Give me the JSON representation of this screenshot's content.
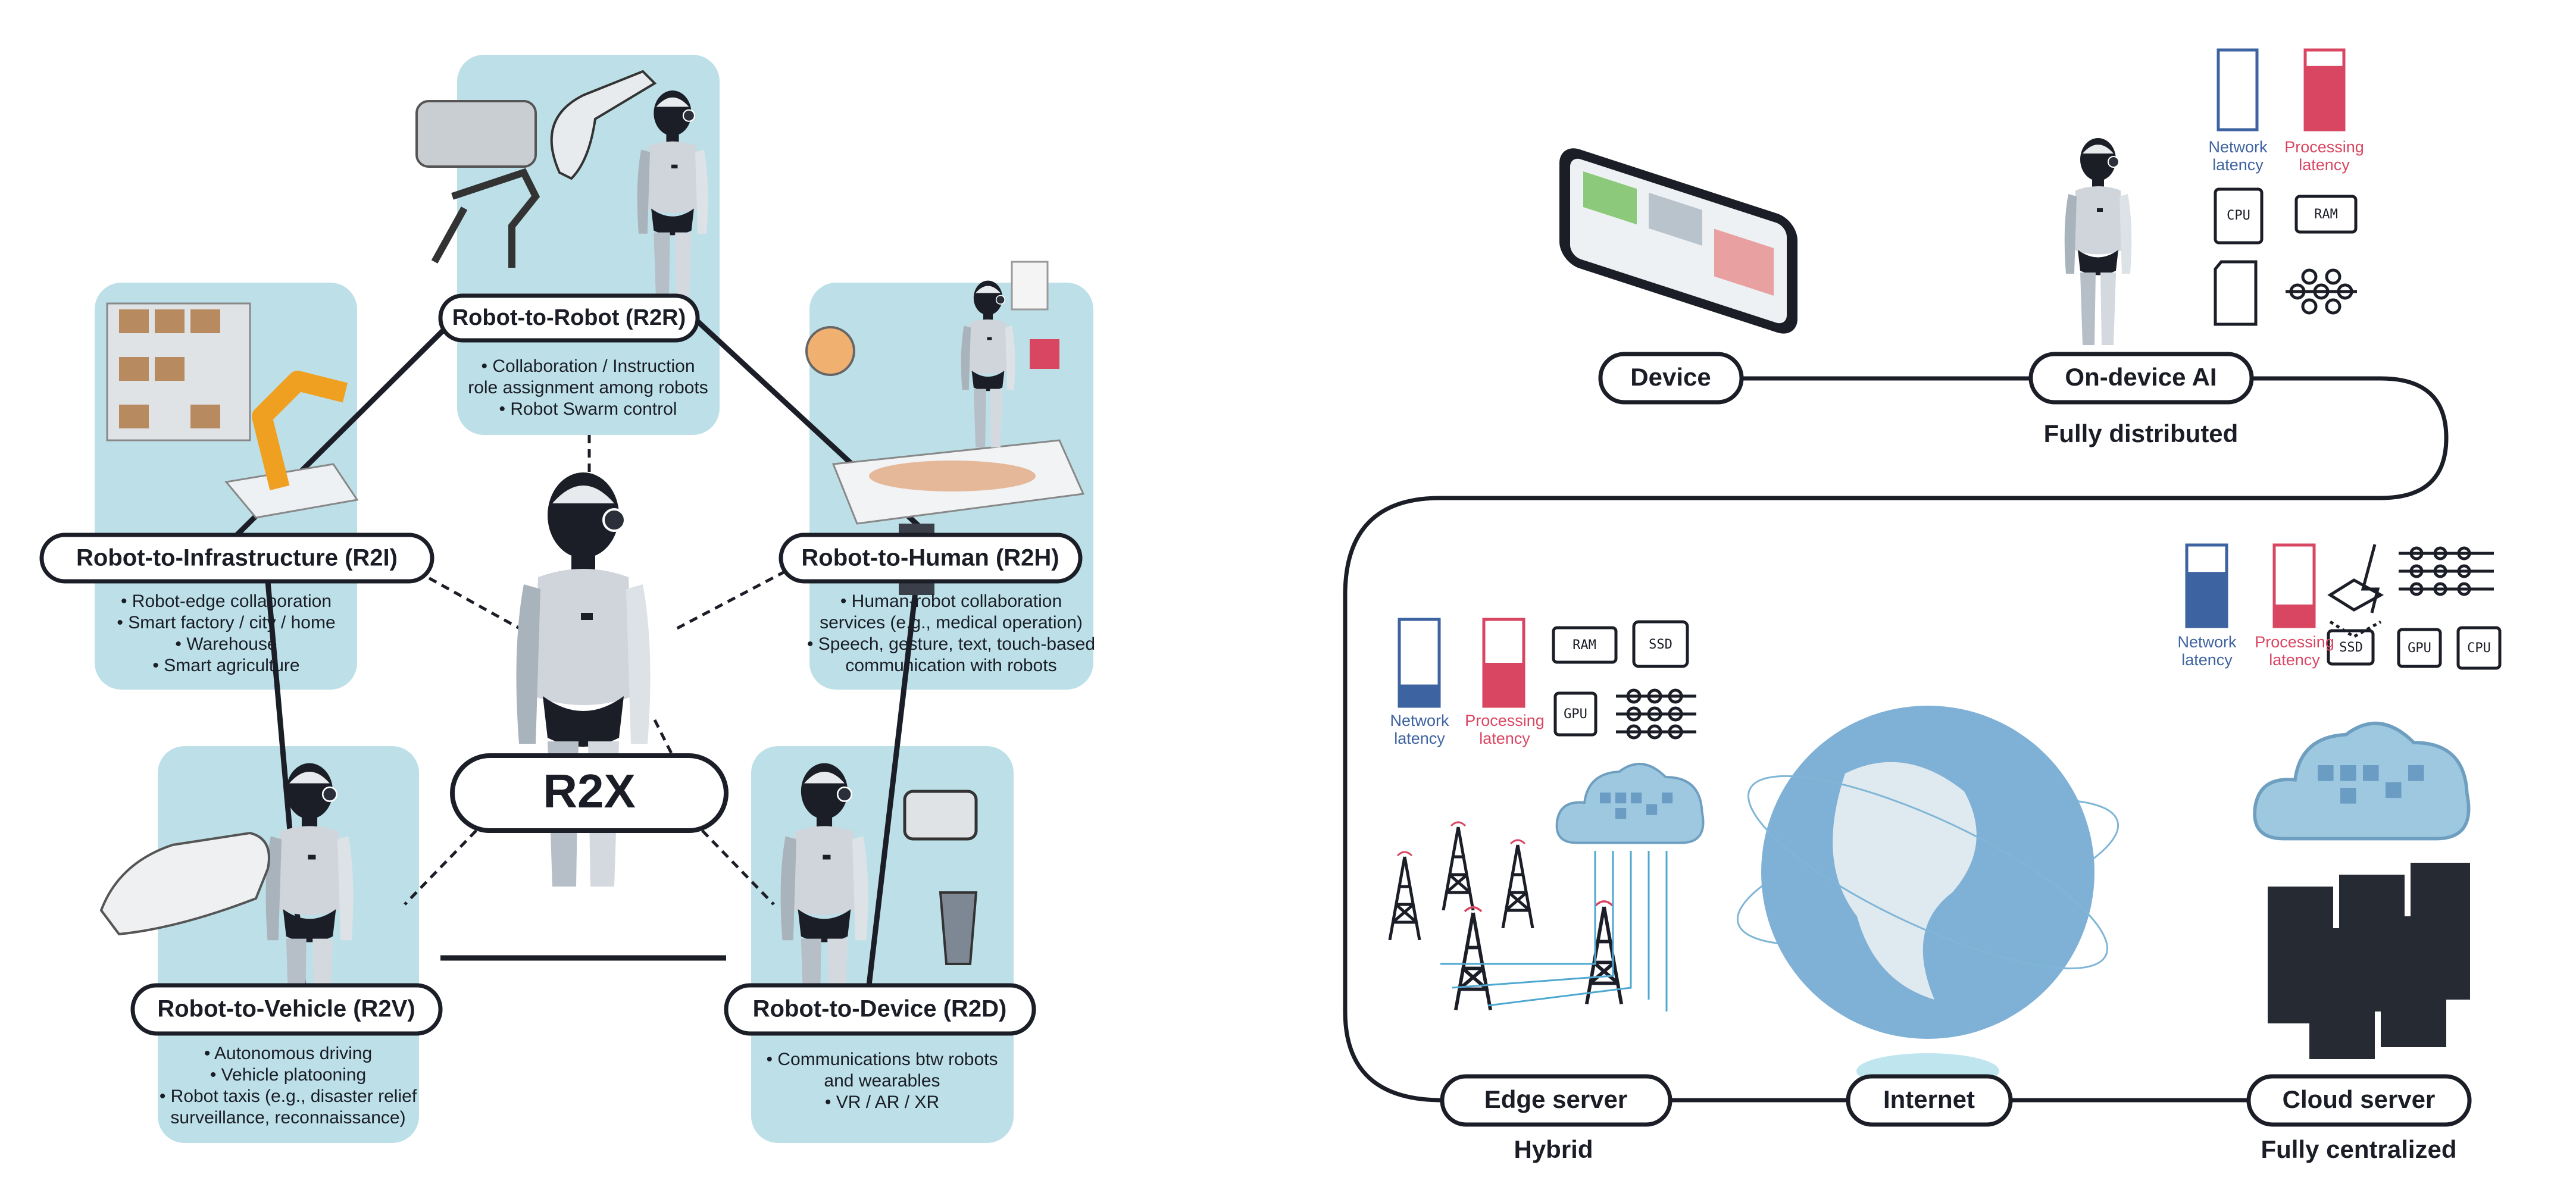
{
  "r2x": {
    "center_label": "R2X",
    "categories": [
      {
        "id": "r2r",
        "title": "Robot-to-Robot (R2R)",
        "lines": [
          "• Collaboration / Instruction",
          "role assignment among robots",
          "• Robot Swarm control"
        ]
      },
      {
        "id": "r2i",
        "title": "Robot-to-Infrastructure (R2I)",
        "lines": [
          "• Robot-edge collaboration",
          "• Smart factory / city / home",
          "• Warehouse",
          "• Smart agriculture"
        ]
      },
      {
        "id": "r2h",
        "title": "Robot-to-Human (R2H)",
        "lines": [
          "• Human-robot collaboration",
          "services (e.g., medical operation)",
          "• Speech, gesture, text, touch-based",
          "communication with robots"
        ]
      },
      {
        "id": "r2v",
        "title": "Robot-to-Vehicle (R2V)",
        "lines": [
          "• Autonomous driving",
          "• Vehicle platooning",
          "• Robot taxis (e.g., disaster relief",
          "surveillance, reconnaissance)"
        ]
      },
      {
        "id": "r2d",
        "title": "Robot-to-Device (R2D)",
        "lines": [
          "• Communications btw robots",
          "and wearables",
          "• VR / AR / XR"
        ]
      }
    ]
  },
  "deployment": {
    "nodes": {
      "device": "Device",
      "on_device": "On-device AI",
      "edge": "Edge server",
      "internet": "Internet",
      "cloud": "Cloud server"
    },
    "captions": {
      "on_device": "Fully distributed",
      "edge": "Hybrid",
      "cloud": "Fully centralized"
    },
    "latency_labels": {
      "network": [
        "Network",
        "latency"
      ],
      "processing": [
        "Processing",
        "latency"
      ]
    },
    "latency_levels": {
      "on_device": {
        "network": 0.0,
        "processing": 0.8
      },
      "edge": {
        "network": 0.25,
        "processing": 0.5
      },
      "cloud": {
        "network": 0.67,
        "processing": 0.27
      }
    },
    "chip_labels": {
      "cpu": "CPU",
      "ram": "RAM",
      "ssd": "SSD",
      "gpu": "GPU"
    }
  },
  "colors": {
    "network": "#3d63a0",
    "processing": "#d94662",
    "panel": "#bde0e8",
    "ink": "#1a1d26"
  }
}
